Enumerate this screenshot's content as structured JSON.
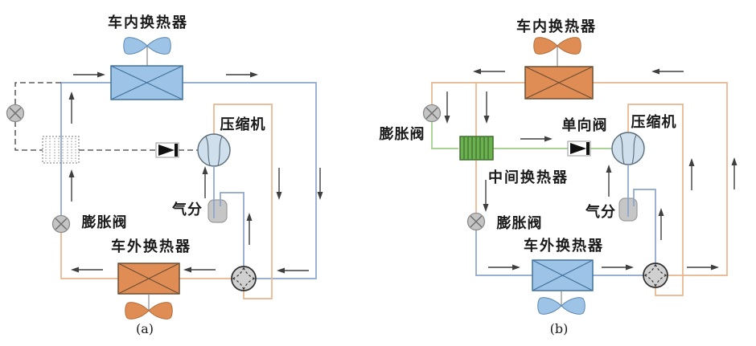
{
  "figure": {
    "panel_a": {
      "caption": "(a)",
      "labels": {
        "interior_hx": "车内换热器",
        "compressor": "压缩机",
        "gas_separator": "气分",
        "expansion_valve": "膨胀阀",
        "exterior_hx": "车外换热器"
      }
    },
    "panel_b": {
      "caption": "(b)",
      "labels": {
        "interior_hx": "车内换热器",
        "expansion_valve_top": "膨胀阀",
        "check_valve": "单向阀",
        "compressor": "压缩机",
        "intermediate_hx": "中间换热器",
        "expansion_valve_bottom": "膨胀阀",
        "gas_separator": "气分",
        "exterior_hx": "车外换热器"
      }
    },
    "colors": {
      "blue_component_fill": "#9dc3e6",
      "blue_component_stroke": "#41719c",
      "orange_component_fill": "#e08c55",
      "orange_component_stroke": "#6b4f33",
      "green_component_fill": "#6cb150",
      "green_component_stroke": "#3f6e2d",
      "pipe_blue": "#8aa5ce",
      "pipe_orange": "#e9b48c",
      "pipe_green": "#9fcc8a",
      "gray_component_fill": "#c6c6c6",
      "gray_component_stroke": "#8a8a8a",
      "arrow": "#3f3f3f",
      "dashed_inactive_line": "#3f3f3f"
    }
  }
}
